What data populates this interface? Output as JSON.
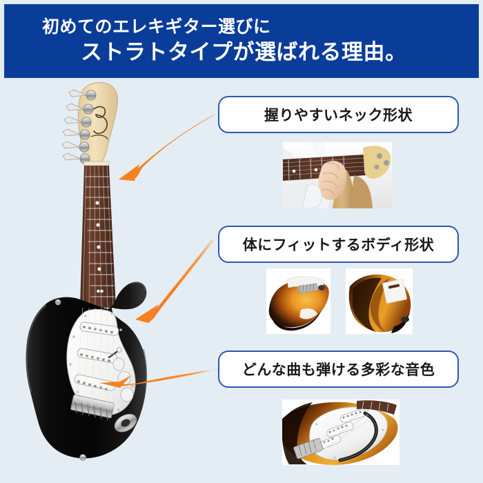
{
  "banner": {
    "line1": "初めてのエレキギター選びに",
    "line2": "ストラトタイプが選ばれる理由。",
    "bg_color": "#0a3c99",
    "text_color": "#ffffff"
  },
  "page": {
    "background_color": "#e4edf3",
    "accent_color": "#f58220",
    "pill_border_color": "#2b56b4"
  },
  "features": [
    {
      "label": "握りやすいネック形状",
      "photo_alt": "hand-gripping-guitar-neck-photo",
      "arrow": "curved-orange-arrow-to-neck"
    },
    {
      "label": "体にフィットするボディ形状",
      "photo_alt_1": "sunburst-body-contour-front-photo",
      "photo_alt_2": "sunburst-body-contour-back-photo",
      "arrow": "curved-orange-arrow-to-body"
    },
    {
      "label": "どんな曲も弾ける多彩な音色",
      "photo_alt": "sunburst-pickups-pickguard-photo",
      "arrow": "curved-orange-arrow-to-pickups"
    }
  ],
  "product": {
    "name": "black-stratocaster-electric-guitar",
    "body_color": "#0d0d0d",
    "pickguard_color": "#f4f4f4",
    "fretboard_color": "#5b3526",
    "headstock_color": "#f0ddb4"
  }
}
